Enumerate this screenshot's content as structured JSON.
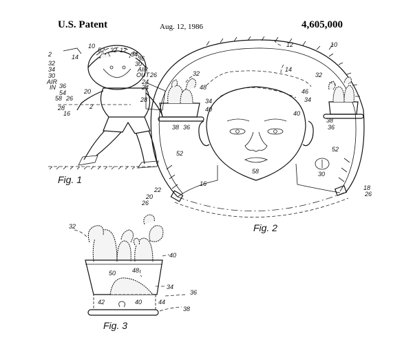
{
  "header": {
    "left": "U.S. Patent",
    "date": "Aug. 12, 1986",
    "number": "4,605,000"
  },
  "figures": {
    "fig1": {
      "caption": "Fig. 1",
      "labels": [
        "2",
        "10",
        "52",
        "32",
        "12",
        "34",
        "36",
        "14",
        "32",
        "34",
        "30",
        "AIR",
        "IN",
        "36",
        "54",
        "58",
        "26",
        "20",
        "30",
        "AIR",
        "OUT",
        "26",
        "24",
        "24",
        "28",
        "28",
        "2",
        "16"
      ]
    },
    "fig2": {
      "caption": "Fig. 2",
      "labels": [
        "12",
        "10",
        "14",
        "32",
        "32",
        "48",
        "46",
        "34",
        "34",
        "40",
        "40",
        "38",
        "36",
        "38",
        "36",
        "52",
        "52",
        "58",
        "30",
        "16",
        "22",
        "20",
        "26",
        "18",
        "26"
      ]
    },
    "fig3": {
      "caption": "Fig. 3",
      "labels": [
        "32",
        "40",
        "48",
        "50",
        "34",
        "36",
        "42",
        "40",
        "44",
        "38"
      ]
    }
  }
}
